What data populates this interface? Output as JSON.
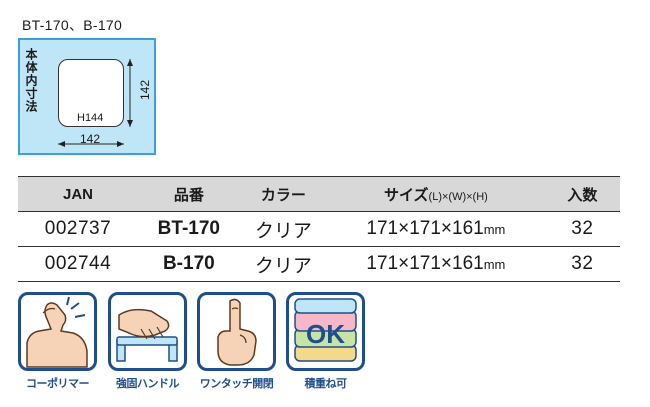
{
  "model_title": "BT-170、B-170",
  "dimensions": {
    "label": "本体内寸法",
    "height": "H144",
    "depth": "142",
    "width": "142"
  },
  "table": {
    "headers": {
      "jan": "JAN",
      "part_no": "品番",
      "color": "カラー",
      "size": "サイズ",
      "size_axes": "(L)×(W)×(H)",
      "qty": "入数"
    },
    "rows": [
      {
        "jan": "002737",
        "part_no": "BT-170",
        "color": "クリア",
        "size": "171×171×161",
        "unit": "mm",
        "qty": "32"
      },
      {
        "jan": "002744",
        "part_no": "B-170",
        "color": "クリア",
        "size": "171×171×161",
        "unit": "mm",
        "qty": "32"
      }
    ]
  },
  "features": [
    {
      "caption": "コーポリマー",
      "icon": "flexed-arm-icon"
    },
    {
      "caption": "強固ハンドル",
      "icon": "gripping-handle-icon"
    },
    {
      "caption": "ワンタッチ開閉",
      "icon": "pointing-finger-icon"
    },
    {
      "caption": "積重ね可",
      "icon": "stacked-ok-icon",
      "badge": "OK"
    }
  ],
  "colors": {
    "panel_fill": "#bfe6f7",
    "panel_border": "#3d9ed8",
    "feature_border": "#1f4e8c",
    "header_fill": "#d8d8d8",
    "skin": "#f6d3b6"
  }
}
